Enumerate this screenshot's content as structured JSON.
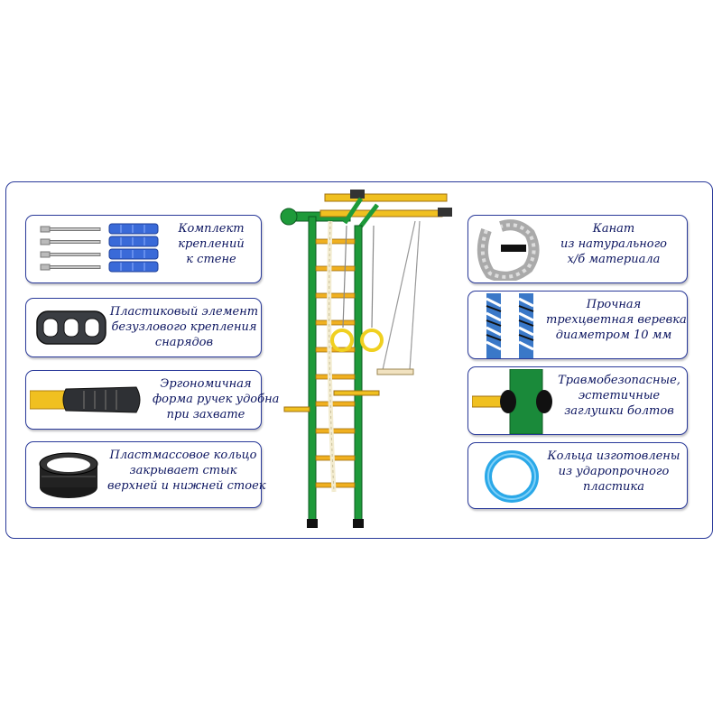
{
  "left_cards": [
    {
      "lines": [
        "Комплект",
        "креплений",
        "к стене"
      ]
    },
    {
      "lines": [
        "Пластиковый элемент",
        "безузлового крепления",
        "снарядов"
      ]
    },
    {
      "lines": [
        "Эргономичная",
        "форма ручек удобна",
        "при захвате"
      ]
    },
    {
      "lines": [
        "Пластмассовое кольцо",
        "закрывает стык",
        "верхней и нижней стоек"
      ]
    }
  ],
  "right_cards": [
    {
      "lines": [
        "Канат",
        "из натурального",
        "х/б материала"
      ]
    },
    {
      "lines": [
        "Прочная",
        "трехцветная веревка",
        "диаметром 10 мм"
      ]
    },
    {
      "lines": [
        "Травмобезопасные,",
        "эстетичные",
        "заглушки болтов"
      ]
    },
    {
      "lines": [
        "Кольца изготовлены",
        "из ударопрочного",
        "пластика"
      ]
    }
  ],
  "colors": {
    "frame_border": "#2a3a9a",
    "text": "#0c1560",
    "wall_bars_green": "#1e9a3a",
    "rungs_yellow": "#f0b020",
    "rings_yellow": "#f0d020",
    "ring_blue": "#2aa8e8"
  },
  "icons": [
    "anchor-bolts-icon",
    "three-hole-plate-icon",
    "bar-handle-icon",
    "plastic-ring-icon",
    "cotton-rope-icon",
    "tricolor-cord-icon",
    "bolt-cap-icon",
    "blue-ring-icon",
    "swedish-wall-illustration"
  ]
}
